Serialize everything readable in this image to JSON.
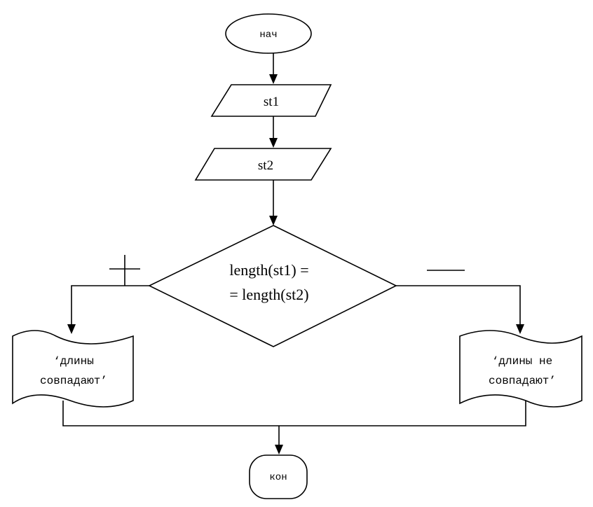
{
  "flowchart": {
    "start": {
      "label": "нач"
    },
    "input1": {
      "label": "st1"
    },
    "input2": {
      "label": "st2"
    },
    "decision": {
      "line1": "length(st1) =",
      "line2": "= length(st2)"
    },
    "yes_branch": {
      "sign": "+",
      "output": {
        "line1": "‘длины",
        "line2": "совпадают’"
      }
    },
    "no_branch": {
      "sign": "—",
      "output": {
        "line1": "‘длины не",
        "line2": "совпадают’"
      }
    },
    "end": {
      "label": "кон"
    }
  }
}
